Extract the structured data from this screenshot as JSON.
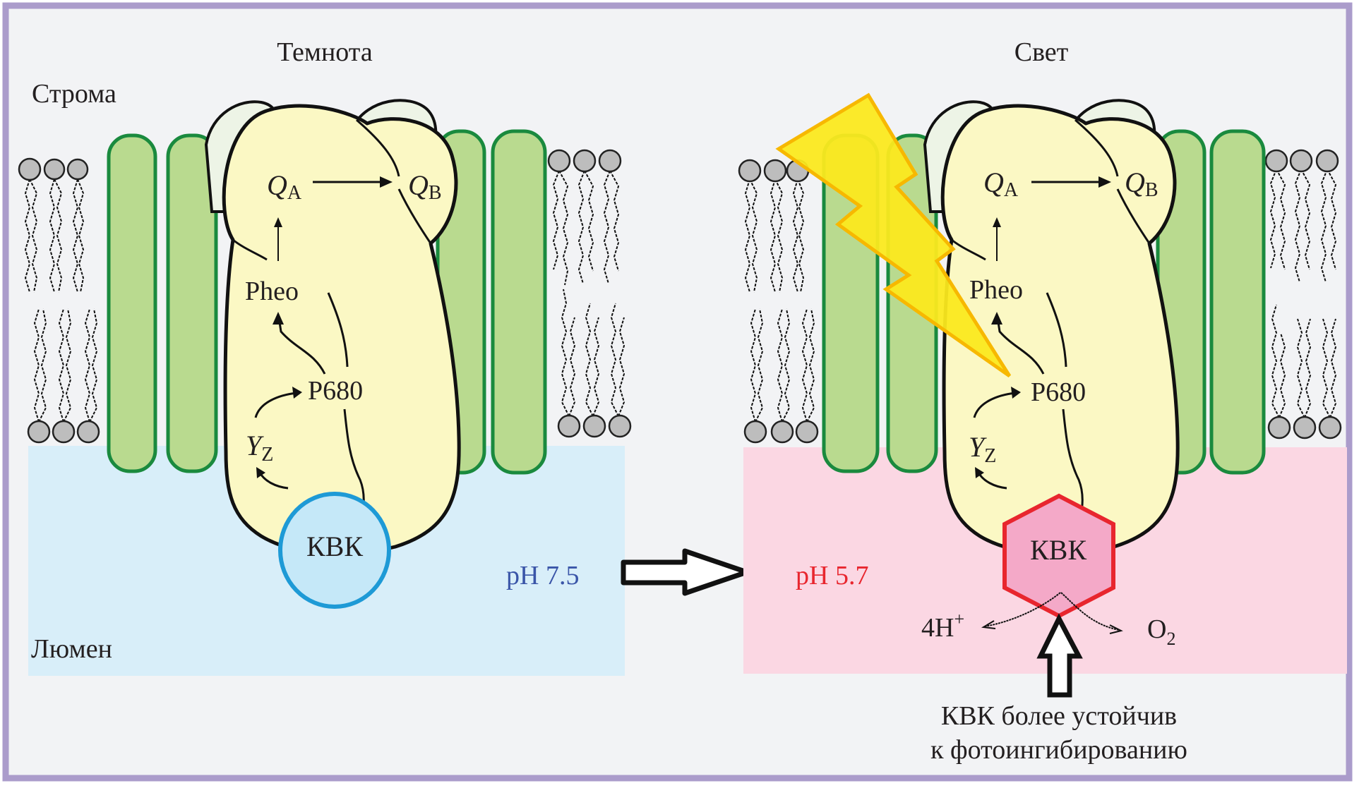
{
  "figure": {
    "panels": {
      "dark": {
        "title": "Темнота",
        "region_top": "Строма",
        "region_bottom": "Люмен",
        "ph_label": "pH 7.5",
        "ph_color": "#3a55a8",
        "lumen_color": "#d8eef9",
        "complex_label": "КВК",
        "complex_shape": "circle",
        "complex_stroke": "#1e9ad6",
        "complex_fill": "#c5e8f8",
        "components": {
          "qa": "Q",
          "qa_sub": "A",
          "qb": "Q",
          "qb_sub": "B",
          "pheo": "Pheo",
          "p680": "P680",
          "yz": "Y",
          "yz_sub": "Z"
        }
      },
      "light": {
        "title": "Свет",
        "ph_label": "pH 5.7",
        "ph_color": "#e8262e",
        "lumen_color": "#fbd7e3",
        "complex_label": "КВК",
        "complex_shape": "hexagon",
        "complex_stroke": "#e8262e",
        "complex_fill": "#f4a9c8",
        "components": {
          "qa": "Q",
          "qa_sub": "A",
          "qb": "Q",
          "qb_sub": "B",
          "pheo": "Pheo",
          "p680": "P680",
          "yz": "Y",
          "yz_sub": "Z"
        },
        "products": {
          "protons": "4H",
          "protons_sup": "+",
          "oxygen": "O",
          "oxygen_sub": "2"
        },
        "caption_line1": "КВК более устойчив",
        "caption_line2": "к фотоингибированию",
        "lightning_color": "#fbe91f",
        "lightning_stroke": "#f7b800"
      }
    },
    "colors": {
      "frame": "#ab9ccb",
      "background": "#f2f3f5",
      "helix_fill": "#b9da8f",
      "helix_stroke": "#1a8a3e",
      "protein_fill": "#fbf8c4"
    }
  }
}
